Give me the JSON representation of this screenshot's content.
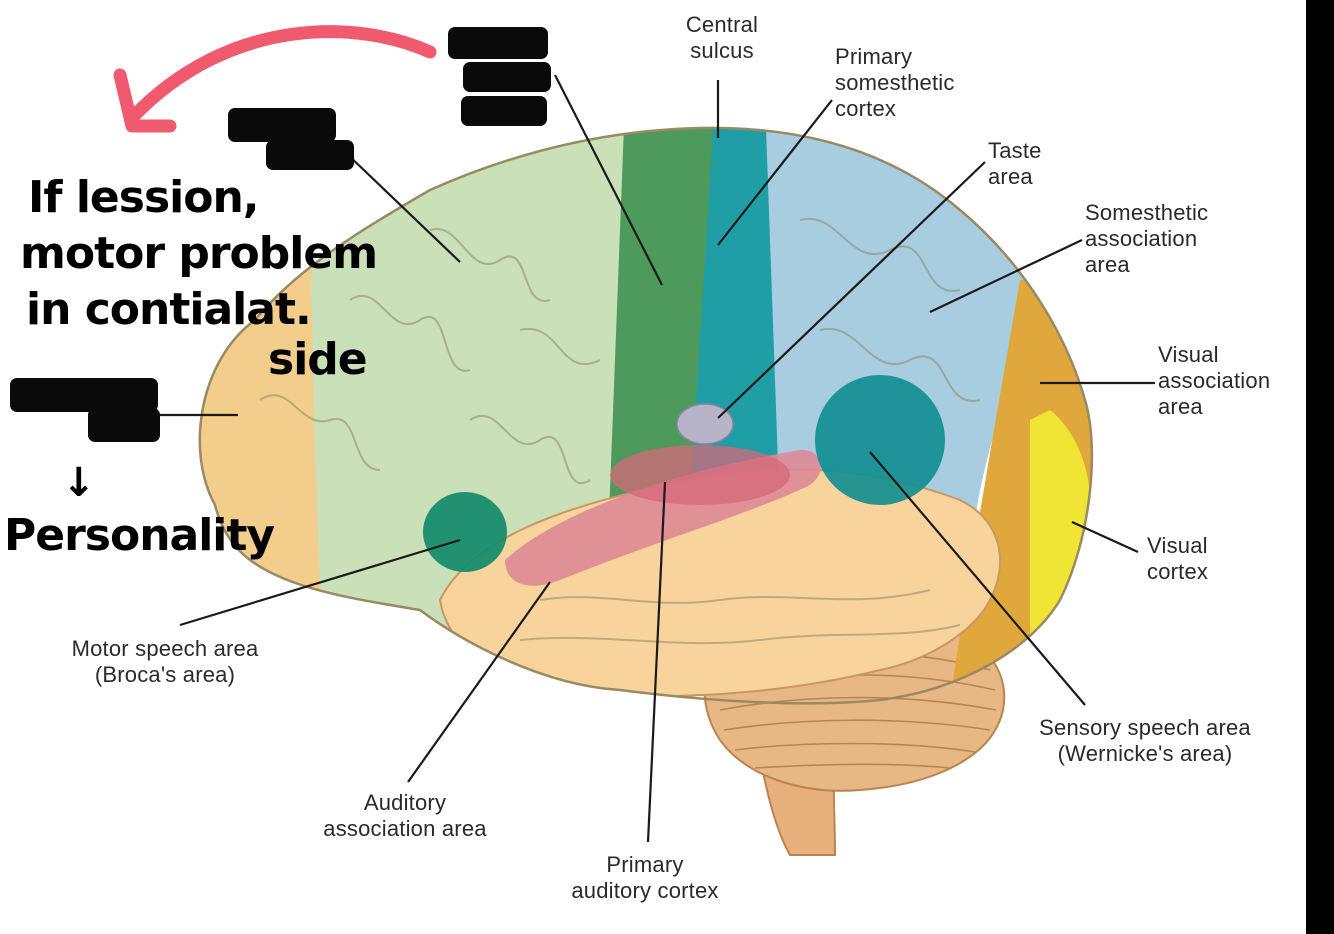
{
  "labels": {
    "central_sulcus": "Central\nsulcus",
    "primary_somesthetic": "Primary\nsomesthetic\ncortex",
    "taste_area": "Taste\narea",
    "somesthetic_association": "Somesthetic\nassociation\narea",
    "visual_association": "Visual\nassociation\narea",
    "visual_cortex": "Visual\ncortex",
    "sensory_speech": "Sensory speech area\n(Wernicke's area)",
    "primary_auditory": "Primary\nauditory cortex",
    "auditory_association": "Auditory\nassociation area",
    "motor_speech": "Motor speech area\n(Broca's area)"
  },
  "handwriting": {
    "note_line1": "If lession,",
    "note_line2": "motor problem",
    "note_line3": "in contialat.",
    "note_line4": "side",
    "down_arrow": "↓",
    "personality": "Personality"
  },
  "colors": {
    "prefrontal": "#f2cd8c",
    "premotor": "#c9e0b8",
    "primary_motor": "#4e9a5c",
    "somesthetic": "#1f9ea6",
    "somesthetic_assoc": "#a8cde0",
    "visual_assoc": "#e0a73c",
    "visual_cortex": "#f0e535",
    "temporal": "#f8d49c",
    "auditory": "#dd8a96",
    "wernicke": "#138f91",
    "broca": "#128a6a",
    "cerebellum": "#e8b884",
    "arrow": "#f05a6e"
  }
}
